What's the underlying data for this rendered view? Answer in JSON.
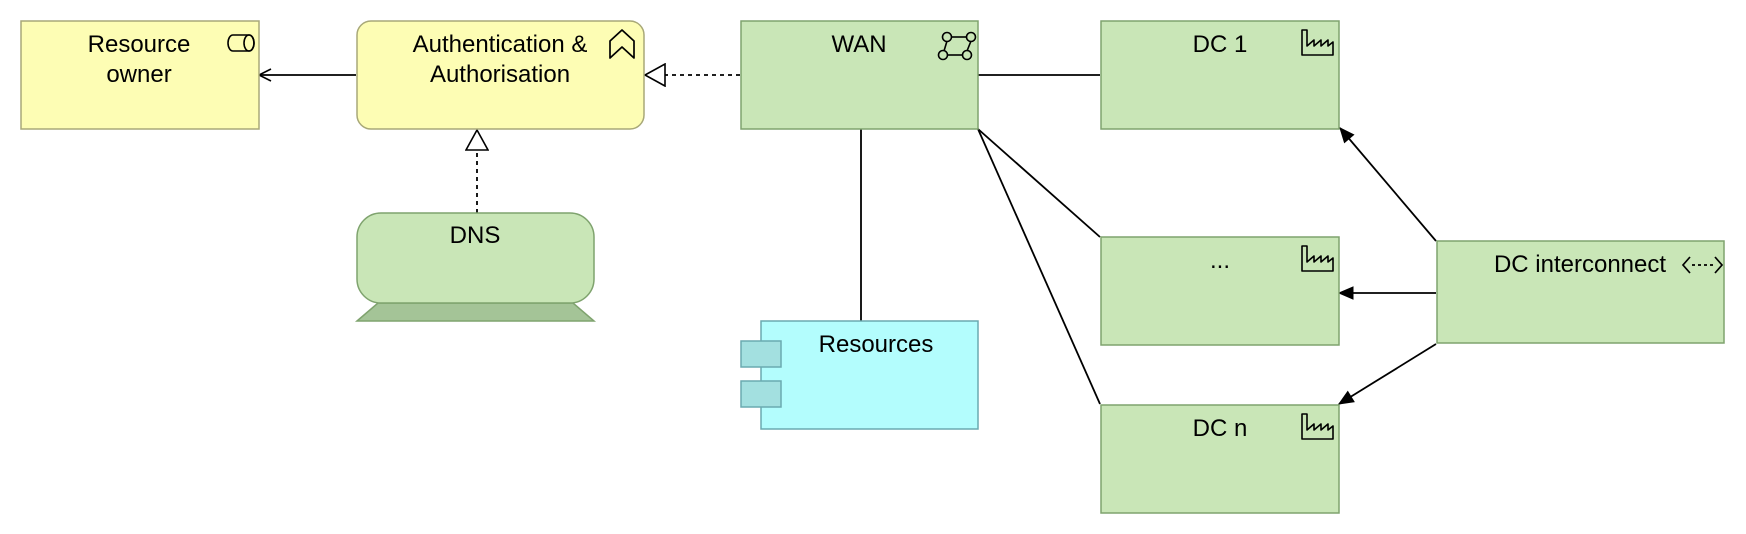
{
  "colors": {
    "business": "#fdfdb4",
    "business_stroke": "#a8a878",
    "technology": "#c9e6b7",
    "technology_stroke": "#7fa36e",
    "device_base": "#a4c497",
    "application": "#b3fdfd",
    "application_stroke": "#6aaab0",
    "line": "#000000"
  },
  "nodes": {
    "resource_owner": {
      "label_1": "Resource",
      "label_2": "owner",
      "icon": "business-role-icon"
    },
    "auth": {
      "label_1": "Authentication &",
      "label_2": "Authorisation",
      "icon": "business-function-icon"
    },
    "dns": {
      "label": "DNS",
      "icon": "device"
    },
    "wan": {
      "label": "WAN",
      "icon": "communication-network-icon"
    },
    "resources": {
      "label": "Resources",
      "icon": "application-component-icon"
    },
    "dc1": {
      "label": "DC 1",
      "icon": "facility-icon"
    },
    "dc_mid": {
      "label": "...",
      "icon": "facility-icon"
    },
    "dcn": {
      "label": "DC n",
      "icon": "facility-icon"
    },
    "dc_interconnect": {
      "label": "DC interconnect",
      "icon": "path-icon"
    }
  },
  "relations": [
    {
      "from": "auth",
      "to": "resource_owner",
      "type": "serving"
    },
    {
      "from": "wan",
      "to": "auth",
      "type": "realization"
    },
    {
      "from": "dns",
      "to": "auth",
      "type": "realization"
    },
    {
      "from": "wan",
      "to": "dc1",
      "type": "association"
    },
    {
      "from": "wan",
      "to": "dc_mid",
      "type": "association"
    },
    {
      "from": "wan",
      "to": "dcn",
      "type": "association"
    },
    {
      "from": "wan",
      "to": "resources",
      "type": "association"
    },
    {
      "from": "dc_interconnect",
      "to": "dc1",
      "type": "triggering"
    },
    {
      "from": "dc_interconnect",
      "to": "dc_mid",
      "type": "triggering"
    },
    {
      "from": "dc_interconnect",
      "to": "dcn",
      "type": "triggering"
    }
  ]
}
